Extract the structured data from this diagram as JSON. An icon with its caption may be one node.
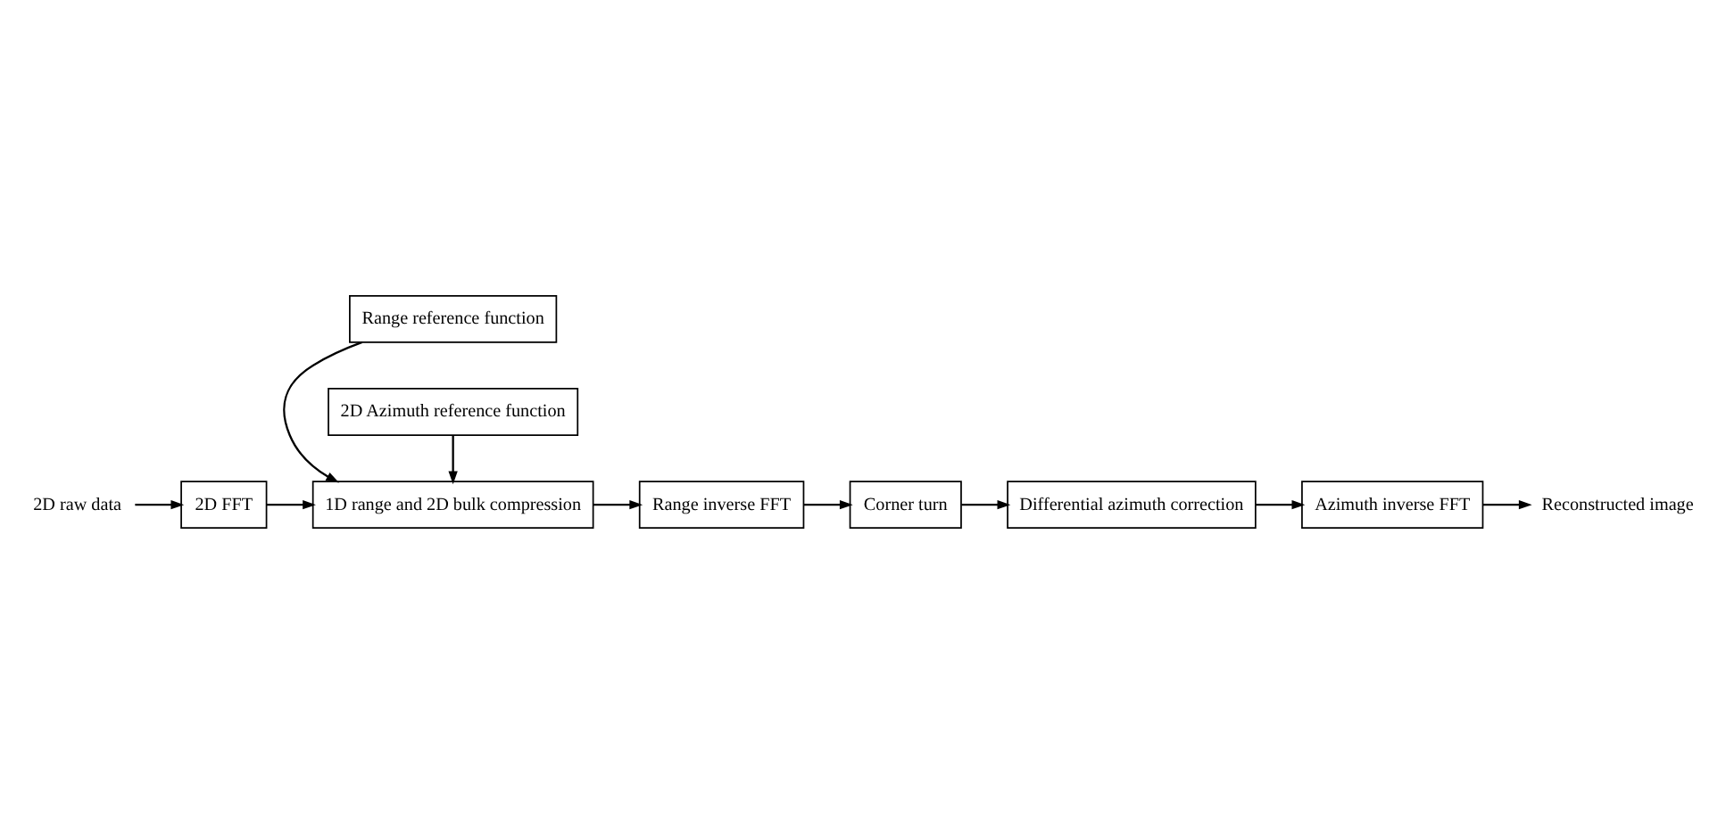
{
  "diagram": {
    "nodes": [
      {
        "text": [
          "2D raw data"
        ]
      },
      {
        "text": [
          "2D FFT"
        ]
      },
      {
        "text": [
          "Range reference function"
        ]
      },
      {
        "text": [
          "1D range and 2D bulk compression"
        ]
      },
      {
        "text": [
          "2D Azimuth reference function"
        ]
      },
      {
        "text": [
          "Range inverse FFT"
        ]
      },
      {
        "text": [
          "Corner turn"
        ]
      },
      {
        "text": [
          "Differential azimuth correction"
        ]
      },
      {
        "text": [
          "Azimuth inverse FFT"
        ]
      },
      {
        "text": [
          "Reconstructed image"
        ]
      }
    ],
    "edges": [
      {
        "from": 0,
        "to": 1,
        "arrow": "to"
      },
      {
        "from": 1,
        "to": 3,
        "arrow": "to"
      },
      {
        "from": 2,
        "to": 3,
        "arrow": "to"
      },
      {
        "from": 4,
        "to": 3,
        "arrow": "to"
      },
      {
        "from": 3,
        "to": 5,
        "arrow": "to"
      },
      {
        "from": 5,
        "to": 6,
        "arrow": "to"
      },
      {
        "from": 6,
        "to": 7,
        "arrow": "to"
      },
      {
        "from": 7,
        "to": 8,
        "arrow": "to"
      },
      {
        "from": 8,
        "to": 9,
        "arrow": "to"
      }
    ]
  }
}
